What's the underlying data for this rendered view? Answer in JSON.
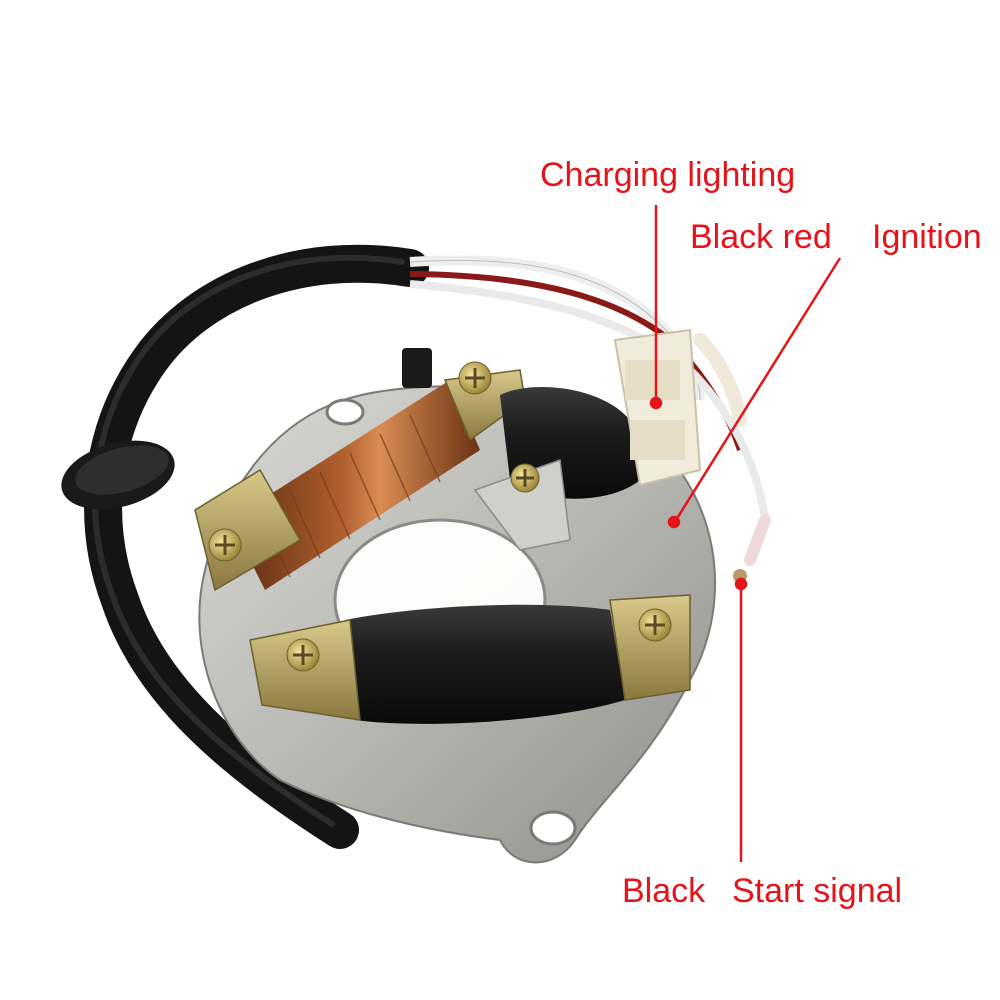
{
  "annotations": {
    "charging_lighting": "Charging lighting",
    "black_red": "Black red",
    "ignition": "Ignition",
    "black": "Black",
    "start_signal": "Start signal"
  },
  "colors": {
    "annotation_text": "#e5141b",
    "leader_line": "#e5141b",
    "background": "#ffffff"
  },
  "photo": {
    "subject": "motorcycle-stator-magneto"
  }
}
